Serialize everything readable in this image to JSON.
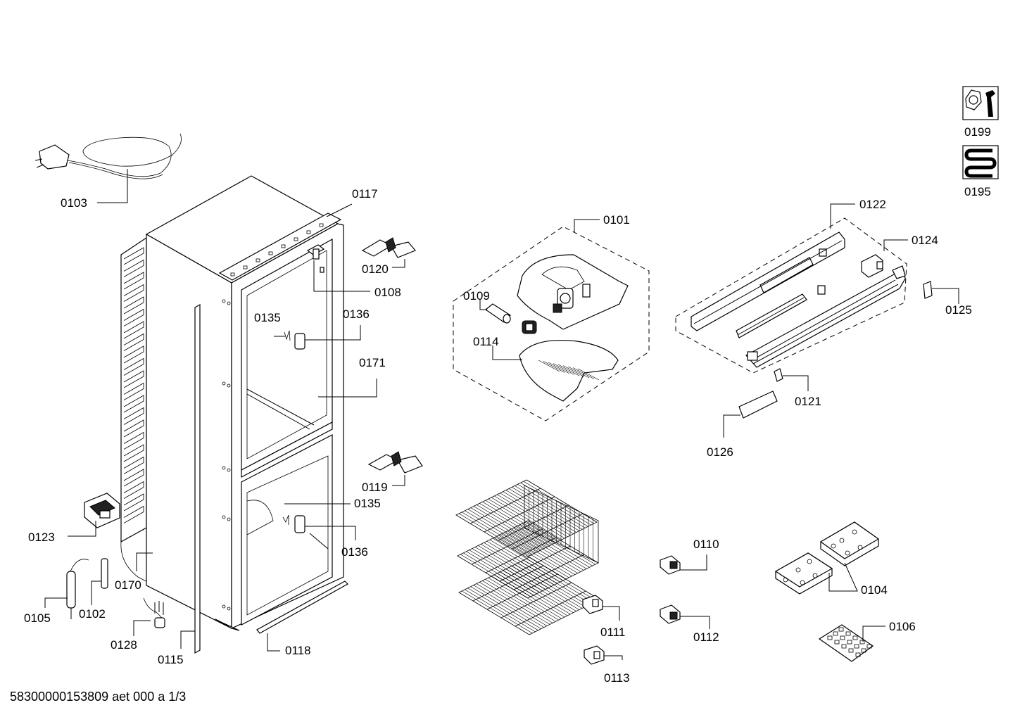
{
  "diagram": {
    "labels": {
      "l0101": "0101",
      "l0102": "0102",
      "l0103": "0103",
      "l0104": "0104",
      "l0105": "0105",
      "l0106": "0106",
      "l0108": "0108",
      "l0109": "0109",
      "l0110": "0110",
      "l0111": "0111",
      "l0112": "0112",
      "l0113": "0113",
      "l0114": "0114",
      "l0115": "0115",
      "l0117": "0117",
      "l0118": "0118",
      "l0119": "0119",
      "l0120": "0120",
      "l0121": "0121",
      "l0122": "0122",
      "l0123": "0123",
      "l0124": "0124",
      "l0125": "0125",
      "l0126": "0126",
      "l0128": "0128",
      "l0135a": "0135",
      "l0135b": "0135",
      "l0136a": "0136",
      "l0136b": "0136",
      "l0170": "0170",
      "l0171": "0171",
      "l0195": "0195",
      "l0199": "0199"
    },
    "icons": [
      "tools-icon",
      "heating-coil-icon"
    ]
  },
  "footer": {
    "code": "58300000153809 aet 000 a 1/3"
  }
}
